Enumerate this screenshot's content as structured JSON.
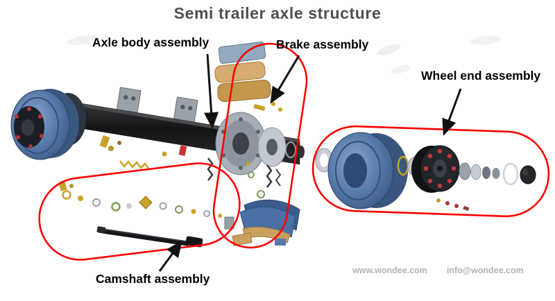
{
  "title": "Semi trailer axle structure",
  "labels": {
    "axle_body": "Axle body assembly",
    "brake": "Brake assembly",
    "wheel_end": "Wheel end assembly",
    "camshaft": "Camshaft assembly"
  },
  "watermark": {
    "website": "www.wondee.com",
    "email": "info@wondee.com"
  },
  "colors": {
    "highlight": "#ff0000",
    "title_text": "#4f4f4f",
    "label_text": "#000000",
    "watermark_text": "#b3b3b3",
    "drum_blue": "#4a6fa0",
    "lining_tan": "#c79a55"
  }
}
